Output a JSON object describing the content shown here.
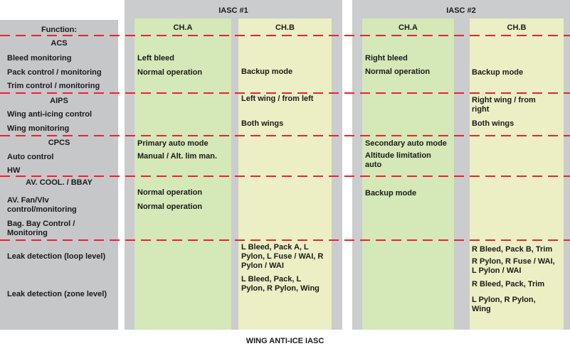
{
  "groups": [
    {
      "title": "IASC #1",
      "cha": "CH.A",
      "chb": "CH.B"
    },
    {
      "title": "IASC #2",
      "cha": "CH.A",
      "chb": "CH.B"
    }
  ],
  "functions": {
    "header": "Function:",
    "items": [
      "ACS",
      "Bleed monitoring",
      "Pack control / monitoring",
      "Trim control / monitoring",
      "AIPS",
      "Wing anti-icing control",
      "Wing monitoring",
      "CPCS",
      "Auto control",
      "HW",
      "AV. COOL. / BBAY",
      "AV. Fan/Vlv control/monitoring",
      "Bag. Bay Control / Monitoring",
      "Leak detection (loop level)",
      "Leak detection (zone level)"
    ]
  },
  "iasc1": {
    "cha": [
      "Left bleed",
      "Normal operation",
      "Primary auto mode",
      "Manual / Alt. lim man.",
      "Normal operation",
      "Normal operation"
    ],
    "chb": [
      "Backup mode",
      "Left wing / from left",
      "Both wings",
      "L Bleed, Pack A, L Pylon, L Fuse / WAI, R Pylon / WAI",
      "L Bleed, Pack, L Pylon, R Pylon, Wing"
    ]
  },
  "iasc2": {
    "cha": [
      "Right bleed",
      "Normal operation",
      "Secondary auto mode",
      "Altitude limitation auto",
      "Backup mode"
    ],
    "chb": [
      "Backup mode",
      "Right wing / from right",
      "Both wings",
      "R Bleed, Pack B, Trim",
      "R Pylon, R Fuse / WAI, L Pylon / WAI",
      "R Bleed, Pack, Trim",
      "L Pylon, R Pylon, Wing"
    ]
  },
  "caption": "WING ANTI-ICE IASC",
  "colors": {
    "panel": "#cbcccd",
    "function_panel": "#c6c7c9",
    "channel_a": "#d4e8b8",
    "channel_b": "#ecefc4",
    "separator": "#e8242c"
  }
}
